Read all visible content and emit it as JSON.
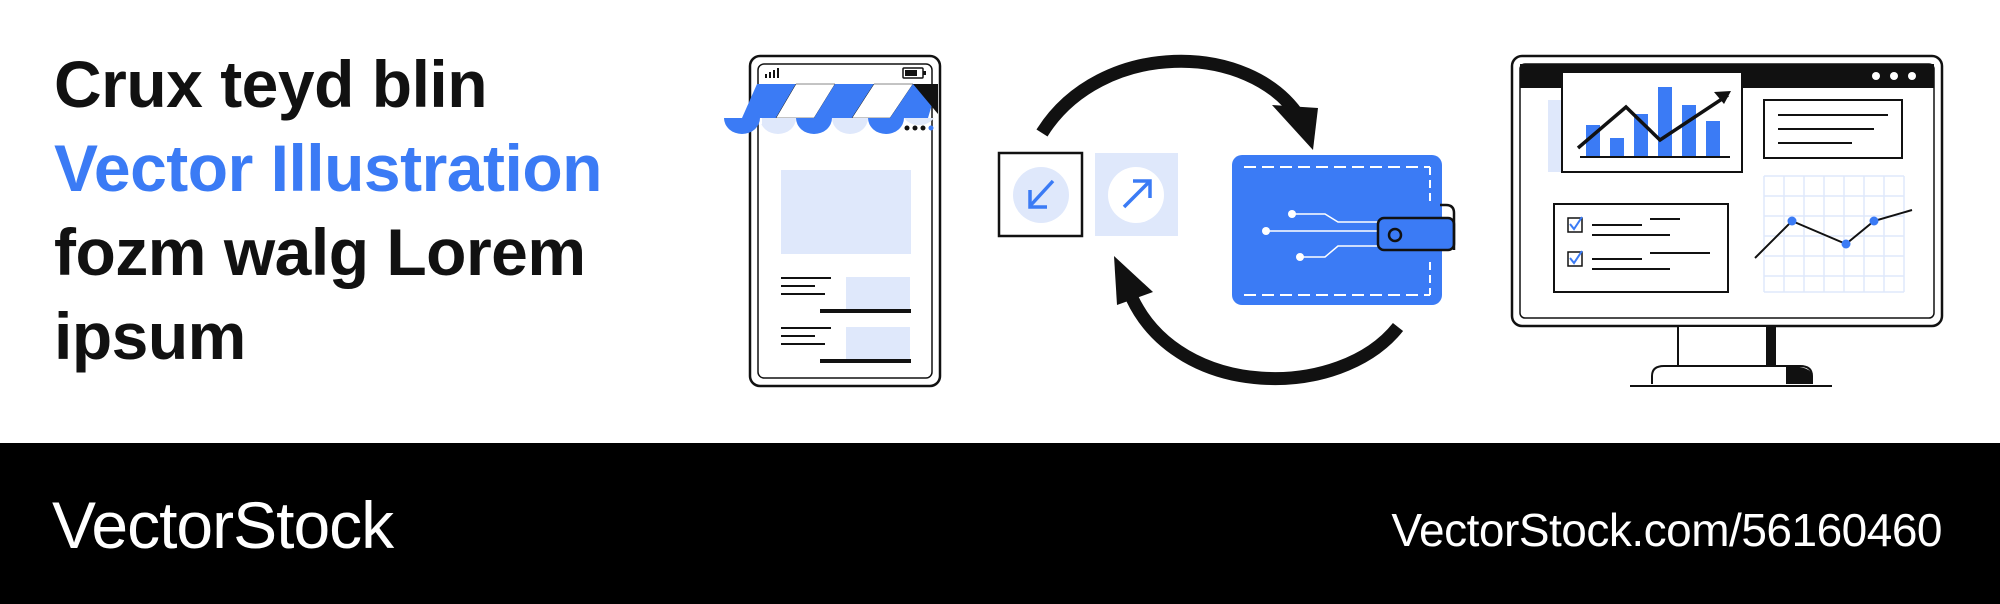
{
  "headline": {
    "line1": "Crux teyd blin",
    "line2": "Vector Illustration",
    "line3": "fozm walg Lorem",
    "line4": "ipsum"
  },
  "footer": {
    "brand": "VectorStock",
    "url": "VectorStock.com/56160460"
  },
  "colors": {
    "accent": "#3b7bf5",
    "light_accent": "#dfe8fb",
    "ink": "#111111",
    "footer_bg": "#000000"
  },
  "icons": [
    "mobile-shop-icon",
    "sync-arrows-icon",
    "inbound-arrow-icon",
    "outbound-arrow-icon",
    "digital-wallet-icon",
    "analytics-monitor-icon"
  ]
}
